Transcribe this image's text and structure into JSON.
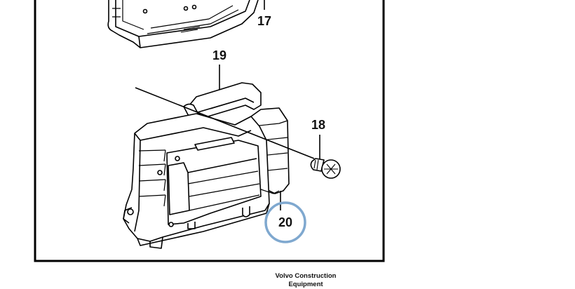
{
  "callouts": {
    "c17": "17",
    "c18": "18",
    "c19": "19",
    "c20": "20"
  },
  "highlight_color": "#7fa8cf",
  "footer": {
    "line1": "Volvo Construction",
    "line2": "Equipment"
  }
}
